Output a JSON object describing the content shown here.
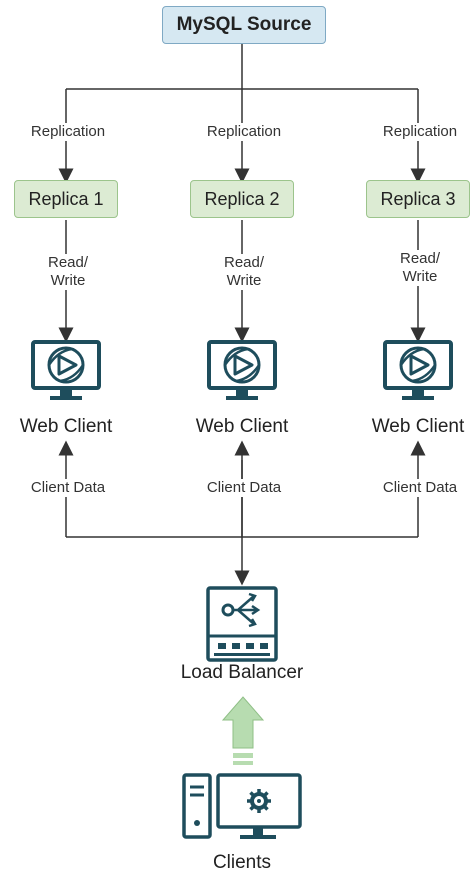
{
  "source": {
    "label": "MySQL Source"
  },
  "replication_label": "Replication",
  "read_write_label": [
    "Read/",
    "Write"
  ],
  "client_data_label": "Client Data",
  "replicas": [
    {
      "label": "Replica 1",
      "client_label": "Web Client"
    },
    {
      "label": "Replica 2",
      "client_label": "Web Client"
    },
    {
      "label": "Replica 3",
      "client_label": "Web Client"
    }
  ],
  "load_balancer": {
    "label": "Load Balancer"
  },
  "clients": {
    "label": "Clients"
  },
  "colors": {
    "source_fill": "#d6e8f2",
    "replica_fill": "#dcebd3",
    "icon_teal": "#1e4d5c",
    "arrow_green": "#b7dcb0",
    "line": "#333333"
  }
}
